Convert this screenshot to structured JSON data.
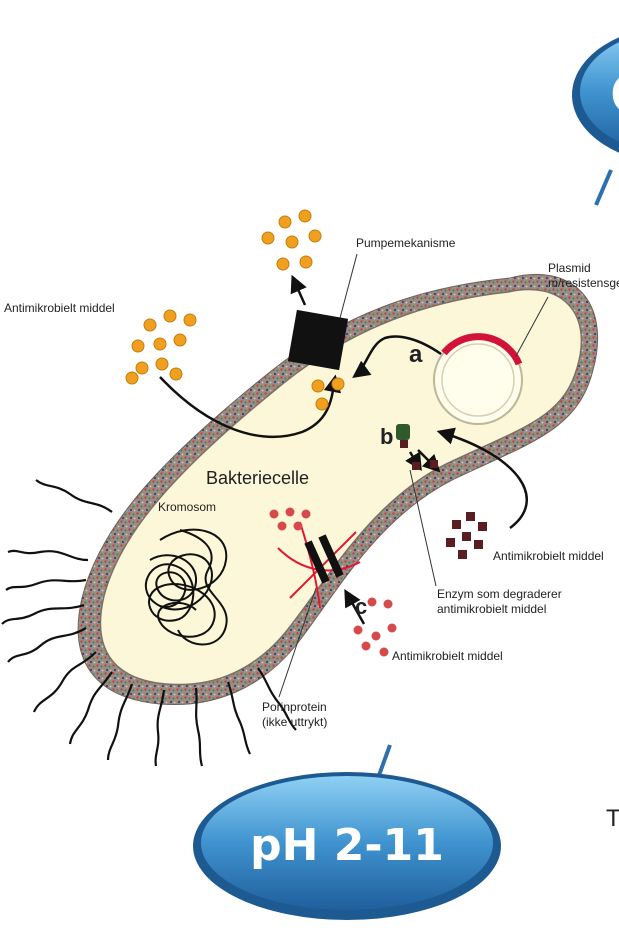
{
  "colors": {
    "bubble_light": "#8fd0f4",
    "bubble_dark": "#1f5f9c",
    "membrane": "#8a7a6e",
    "cytoplasm": "#fbf7d8",
    "drug": "#f0a020",
    "degraded_drug": "#5a1e22",
    "porin_drug": "#d64a4a",
    "plasmid_gene": "#d3123a"
  },
  "pills": {
    "top": {
      "text": "C"
    },
    "bottom": {
      "text": "pH 2-11"
    }
  },
  "labels": {
    "pump": "Pumpemekanisme",
    "plasmid_line1": "Plasmid",
    "plasmid_line2": "m/resistensgen",
    "drug_left": "Antimikrobielt middel",
    "cell": "Bakteriecelle",
    "chromosome": "Kromosom",
    "marker_a": "a",
    "marker_b": "b",
    "marker_c": "c",
    "drug_right": "Antimikrobielt middel",
    "enzyme_line1": "Enzym som degraderer",
    "enzyme_line2": "antimikrobielt middel",
    "drug_bottom": "Antimikrobielt middel",
    "porin_line1": "Porinprotein",
    "porin_line2": "(ikke uttrykt)"
  },
  "edge_text": "T"
}
